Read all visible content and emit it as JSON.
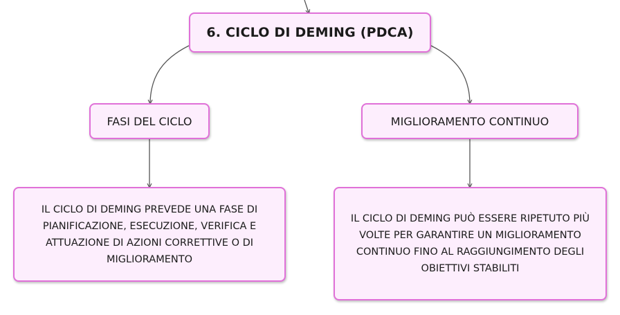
{
  "root": {
    "label": "6. CICLO DI DEMING (PDCA)"
  },
  "branches": [
    {
      "label": "FASI DEL CICLO",
      "detail": "IL CICLO DI DEMING PREVEDE UNA FASE DI PIANIFICAZIONE, ESECUZIONE, VERIFICA E ATTUAZIONE DI AZIONI CORRETTIVE O DI MIGLIORAMENTO"
    },
    {
      "label": "MIGLIORAMENTO CONTINUO",
      "detail": "IL CICLO DI DEMING PUÒ ESSERE RIPETUTO PIÙ VOLTE PER GARANTIRE UN MIGLIORAMENTO CONTINUO FINO AL RAGGIUNGIMENTO DEGLI OBIETTIVI STABILITI"
    }
  ],
  "colors": {
    "node_border": "#e070d8",
    "node_fill": "#fdeefd",
    "connector": "#555555"
  }
}
